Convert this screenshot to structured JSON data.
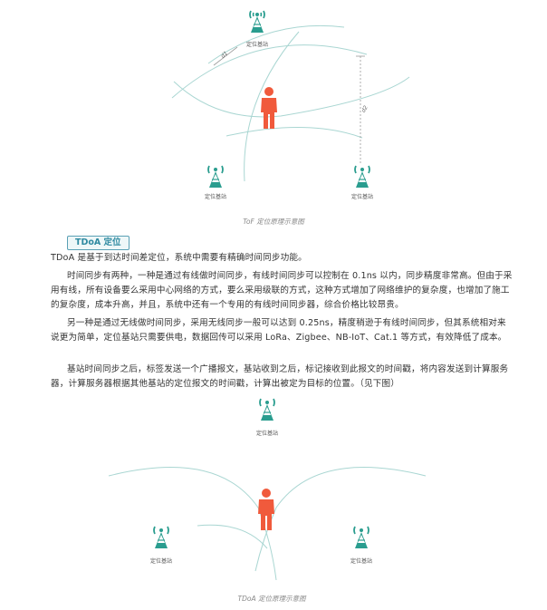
{
  "diagram_top": {
    "station_labels": [
      "定位基站",
      "定位基站",
      "定位基站"
    ],
    "distance_labels": [
      "d1",
      "d2"
    ],
    "caption": "ToF 定位原理示意图"
  },
  "section": {
    "tag": "TDoA 定位",
    "paragraphs": [
      "TDoA 是基于到达时间差定位，系统中需要有精确时间同步功能。",
      "时间同步有两种，一种是通过有线做时间同步，有线时间同步可以控制在 0.1ns 以内，同步精度非常高。但由于采用有线，所有设备要么采用中心网络的方式，要么采用级联的方式，这种方式增加了网络维护的复杂度，也增加了施工的复杂度，成本升高，并且，系统中还有一个专用的有线时间同步器，综合价格比较昂贵。",
      "另一种是通过无线做时间同步，采用无线同步一般可以达到 0.25ns，精度稍逊于有线时间同步，但其系统相对来说更为简单，定位基站只需要供电，数据回传可以采用 LoRa、Zigbee、NB-IoT、Cat.1 等方式，有效降低了成本。",
      "基站时间同步之后，标签发送一个广播报文，基站收到之后，标记接收到此报文的时间戳，将内容发送到计算服务器，计算服务器根据其他基站的定位报文的时间戳，计算出被定为目标的位置。（见下图）"
    ]
  },
  "diagram_bottom": {
    "station_labels": [
      "定位基站",
      "定位基站",
      "定位基站"
    ],
    "caption": "TDoA 定位原理示意图"
  },
  "colors": {
    "tower": "#2a9d8f",
    "person": "#f05a3c",
    "arc": "#a9d6d2",
    "tag_border": "#5aa0b5"
  }
}
